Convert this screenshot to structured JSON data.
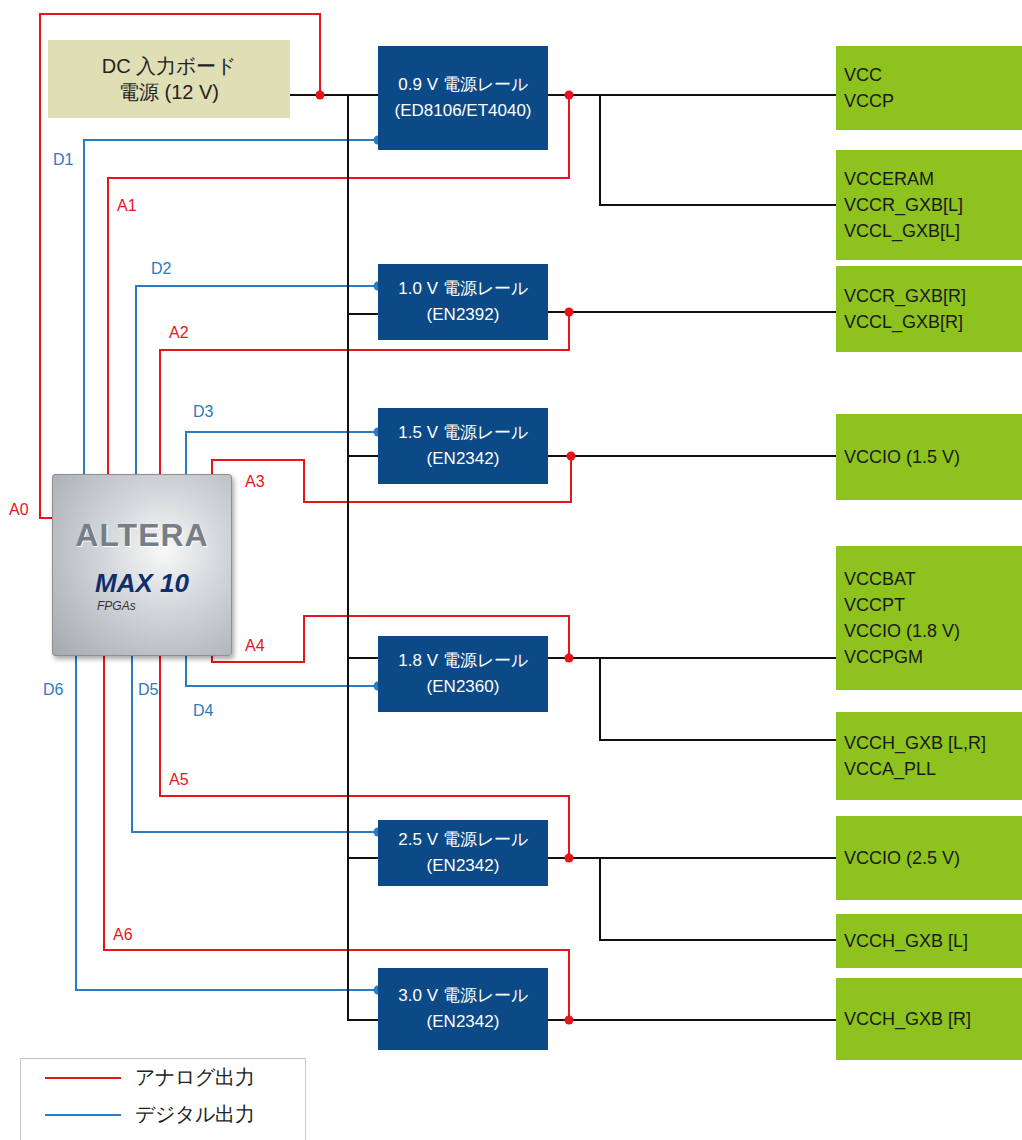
{
  "diagram": {
    "nodes": [
      {
        "text": [
          "DC 入力ボード 電源 (12 V)"
        ]
      },
      {
        "text": [
          "0.9 V 電源レール (ED8106/ET4040)"
        ]
      },
      {
        "text": [
          "VCC",
          "VCCP"
        ]
      },
      {
        "text": [
          "VCCERAM",
          "VCCR_GXB[L]",
          "VCCL_GXB[L]"
        ]
      },
      {
        "text": [
          "1.0 V 電源レール (EN2392)"
        ]
      },
      {
        "text": [
          "VCCR_GXB[R]",
          "VCCL_GXB[R]"
        ]
      },
      {
        "text": [
          "1.5 V 電源レール (EN2342)"
        ]
      },
      {
        "text": [
          "VCCIO (1.5 V)"
        ]
      },
      {
        "text": [
          "ALTERA",
          "MAX 10",
          "FPGAs"
        ]
      },
      {
        "text": [
          "VCCBAT",
          "VCCPT",
          "VCCIO (1.8 V)",
          "VCCPGM"
        ]
      },
      {
        "text": [
          "1.8 V 電源レール (EN2360)"
        ]
      },
      {
        "text": [
          "VCCH_GXB [L,R]",
          "VCCA_PLL"
        ]
      },
      {
        "text": [
          "2.5 V 電源レール (EN2342)"
        ]
      },
      {
        "text": [
          "VCCIO (2.5 V)"
        ]
      },
      {
        "text": [
          "VCCH_GXB [L]"
        ]
      },
      {
        "text": [
          "3.0 V 電源レール (EN2342)"
        ]
      },
      {
        "text": [
          "VCCH_GXB [R]"
        ]
      }
    ],
    "edges": [
      {
        "from": 0,
        "to": 1,
        "arrow": "none"
      },
      {
        "from": 0,
        "to": 4,
        "arrow": "none"
      },
      {
        "from": 0,
        "to": 6,
        "arrow": "none"
      },
      {
        "from": 0,
        "to": 10,
        "arrow": "none"
      },
      {
        "from": 0,
        "to": 12,
        "arrow": "none"
      },
      {
        "from": 0,
        "to": 15,
        "arrow": "none"
      },
      {
        "from": 1,
        "to": 2,
        "arrow": "none"
      },
      {
        "from": 1,
        "to": 3,
        "arrow": "none"
      },
      {
        "from": 4,
        "to": 5,
        "arrow": "none"
      },
      {
        "from": 6,
        "to": 7,
        "arrow": "none"
      },
      {
        "from": 10,
        "to": 9,
        "arrow": "none"
      },
      {
        "from": 10,
        "to": 11,
        "arrow": "none"
      },
      {
        "from": 12,
        "to": 13,
        "arrow": "none"
      },
      {
        "from": 12,
        "to": 14,
        "arrow": "none"
      },
      {
        "from": 15,
        "to": 16,
        "arrow": "none"
      },
      {
        "from": 0,
        "to": 8,
        "label": "A0",
        "arrow": "none"
      },
      {
        "from": 1,
        "to": 8,
        "label": "A1",
        "arrow": "none"
      },
      {
        "from": 4,
        "to": 8,
        "label": "A2",
        "arrow": "none"
      },
      {
        "from": 6,
        "to": 8,
        "label": "A3",
        "arrow": "none"
      },
      {
        "from": 10,
        "to": 8,
        "label": "A4",
        "arrow": "none"
      },
      {
        "from": 12,
        "to": 8,
        "label": "A5",
        "arrow": "none"
      },
      {
        "from": 15,
        "to": 8,
        "label": "A6",
        "arrow": "none"
      },
      {
        "from": 8,
        "to": 1,
        "label": "D1",
        "arrow": "none"
      },
      {
        "from": 8,
        "to": 4,
        "label": "D2",
        "arrow": "none"
      },
      {
        "from": 8,
        "to": 6,
        "label": "D3",
        "arrow": "none"
      },
      {
        "from": 8,
        "to": 10,
        "label": "D4",
        "arrow": "none"
      },
      {
        "from": 8,
        "to": 12,
        "label": "D5",
        "arrow": "none"
      },
      {
        "from": 8,
        "to": 15,
        "label": "D6",
        "arrow": "none"
      }
    ],
    "legend": [
      {
        "text": "アナログ出力"
      },
      {
        "text": "デジタル出力"
      }
    ]
  }
}
